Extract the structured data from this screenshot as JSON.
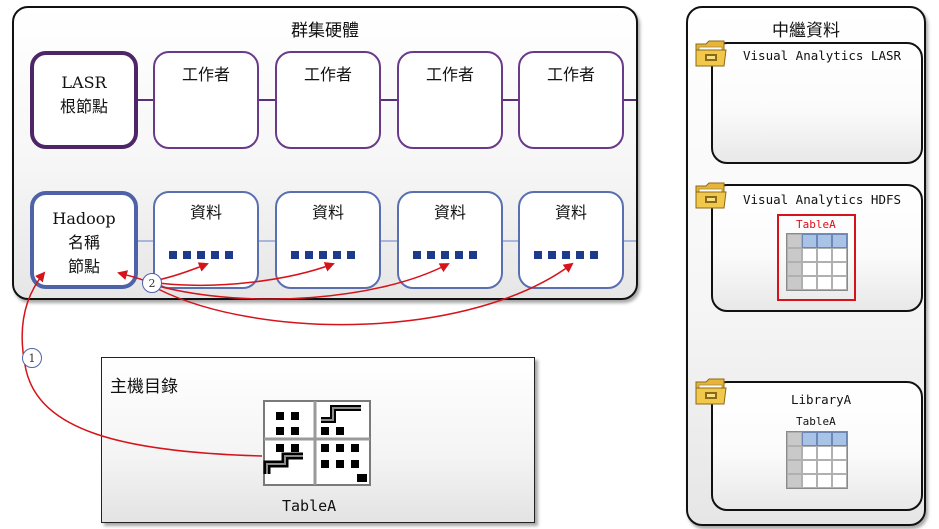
{
  "cluster": {
    "title": "群集硬體",
    "lasr_root_line1": "LASR",
    "lasr_root_line2": "根節點",
    "worker_label": "工作者",
    "hadoop_line1": "Hadoop",
    "hadoop_line2": "名稱",
    "hadoop_line3": "節點",
    "data_label": "資料"
  },
  "host": {
    "title": "主機目錄",
    "table_label": "TableA"
  },
  "metadata": {
    "title": "中繼資料",
    "lasr_library": "Visual Analytics LASR",
    "hdfs_library": "Visual Analytics HDFS",
    "hdfs_table": "TableA",
    "library_a": "LibraryA",
    "library_a_table": "TableA"
  },
  "steps": {
    "step1": "1",
    "step2": "2"
  },
  "colors": {
    "arrow": "#d6121a",
    "purple": "#5a2e78",
    "blue": "#4d62a8",
    "data_dots": "#1e3a8a",
    "table_header": "#a9c3e6"
  }
}
